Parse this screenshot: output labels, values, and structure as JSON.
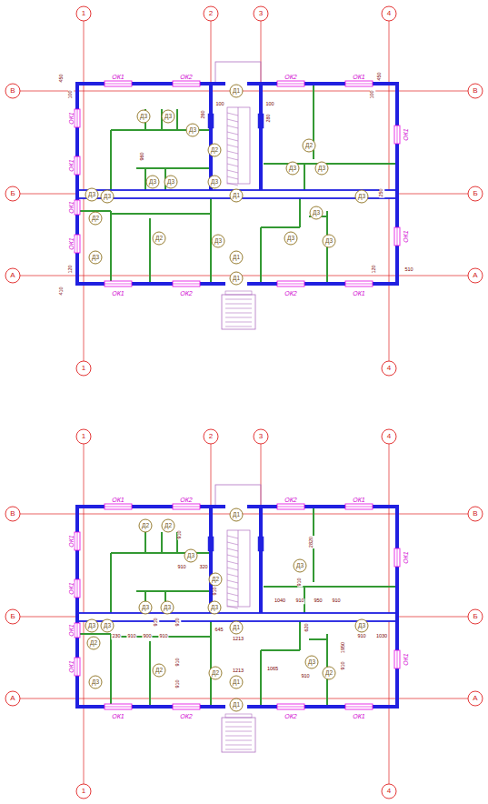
{
  "diagram": {
    "labels": [
      "1",
      "2",
      "3",
      "4",
      "В",
      "В",
      "Б",
      "Б",
      "А",
      "А",
      "1",
      "4",
      "ОК1",
      "ОК2",
      "ОК2",
      "ОК1",
      "ОК1",
      "ОК2",
      "ОК2",
      "ОК1",
      "ОК1",
      "ОК1",
      "ОК1",
      "ОК1",
      "ОК1",
      "ОК1",
      "Д1",
      "Д3",
      "Д3",
      "Д3",
      "Д2",
      "Д2",
      "Д3",
      "Д3",
      "Д3",
      "Д3",
      "Д3",
      "Д3",
      "Д3",
      "Д1",
      "Д3",
      "Д2",
      "Д2",
      "Д3",
      "Д1",
      "Д3",
      "Д3",
      "Д3",
      "Д3",
      "Д1",
      "450",
      "100",
      "100",
      "260",
      "100",
      "280",
      "450",
      "100",
      "960",
      "250",
      "120",
      "410",
      "120",
      "510",
      "1",
      "2",
      "3",
      "4",
      "В",
      "В",
      "Б",
      "Б",
      "А",
      "А",
      "1",
      "4",
      "ОК1",
      "ОК2",
      "ОК2",
      "ОК1",
      "ОК1",
      "ОК2",
      "ОК2",
      "ОК1",
      "ОК1",
      "ОК1",
      "ОК1",
      "ОК1",
      "ОК1",
      "ОК1",
      "Д1",
      "Д2",
      "Д2",
      "Д3",
      "Д2",
      "Д3",
      "Д3",
      "Д3",
      "Д3",
      "Д3",
      "Д3",
      "Д1",
      "Д3",
      "Д2",
      "Д3",
      "Д2",
      "Д2",
      "Д1",
      "Д3",
      "Д2",
      "Д1",
      "910",
      "910",
      "320",
      "910",
      "2820",
      "910",
      "1040",
      "910",
      "950",
      "910",
      "910",
      "910",
      "230",
      "910",
      "900",
      "910",
      "645",
      "1213",
      "620",
      "910",
      "1030",
      "1950",
      "910",
      "1213",
      "1065",
      "910",
      "910",
      "910"
    ]
  }
}
